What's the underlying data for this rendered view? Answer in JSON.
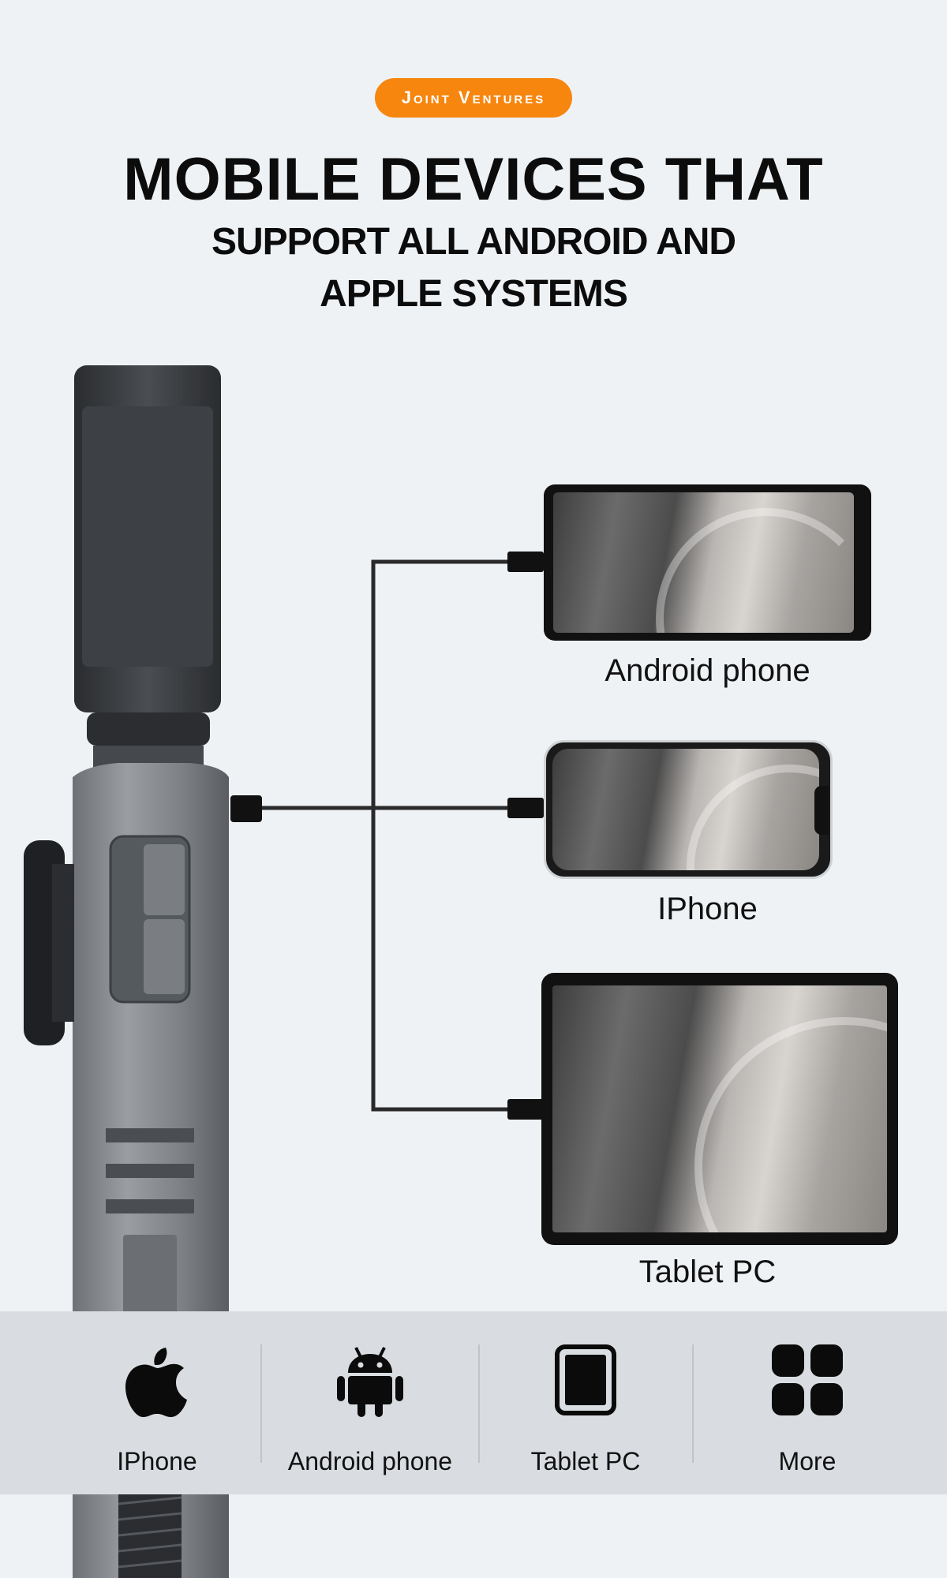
{
  "header": {
    "badge": "Joint Ventures",
    "headline": "MOBILE DEVICES THAT",
    "subhead_line1": "SUPPORT ALL ANDROID AND",
    "subhead_line2": "APPLE SYSTEMS"
  },
  "devices": [
    {
      "label": "Android phone"
    },
    {
      "label": "IPhone"
    },
    {
      "label": "Tablet PC"
    }
  ],
  "bottom_bar": {
    "items": [
      {
        "label": "IPhone",
        "icon": "apple-icon"
      },
      {
        "label": "Android phone",
        "icon": "android-icon"
      },
      {
        "label": "Tablet PC",
        "icon": "tablet-icon"
      },
      {
        "label": "More",
        "icon": "grid-icon"
      }
    ]
  },
  "colors": {
    "background": "#eef2f5",
    "accent": "#f7860f",
    "bar": "#d9dde1"
  }
}
